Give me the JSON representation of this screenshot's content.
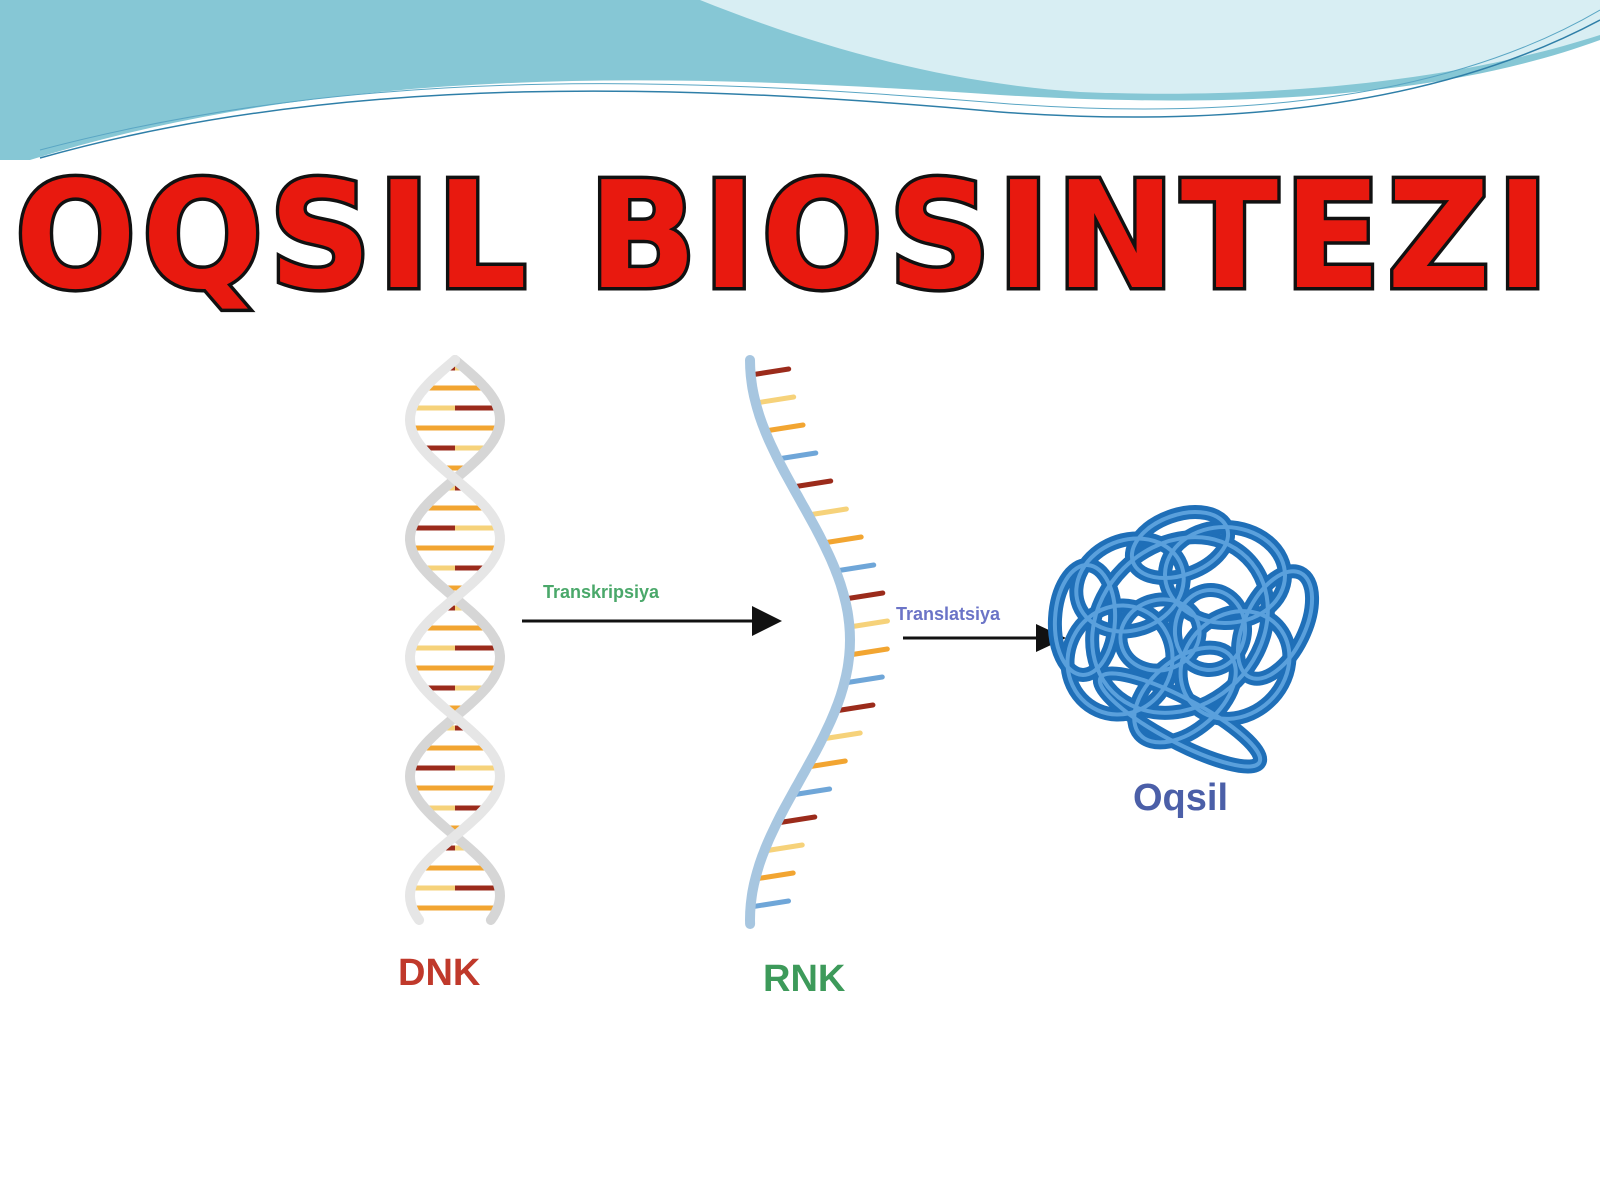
{
  "title": "OQSIL BIOSINTEZI",
  "labels": {
    "dna": "DNK",
    "rna": "RNK",
    "protein": "Oqsil",
    "transcription": "Transkripsiya",
    "translation": "Translatsiya"
  },
  "colors": {
    "title_fill": "#e8190f",
    "title_outline": "#111111",
    "dna_label": "#c0392b",
    "rna_label": "#3d9a5a",
    "protein_label": "#4b5fa8",
    "transcription_label": "#4aa86a",
    "translation_label": "#6b74c7",
    "helix_backbone": "#d6d6d6",
    "rna_backbone": "#a7c6e0",
    "base_dark": "#9b2b1b",
    "base_orange": "#f2a531",
    "base_yellow": "#f6d27a",
    "base_blue": "#6fa6d8",
    "protein": "#1f6fb8",
    "wave_dark": "#7fc2d1",
    "wave_light": "#d3ecf2"
  }
}
